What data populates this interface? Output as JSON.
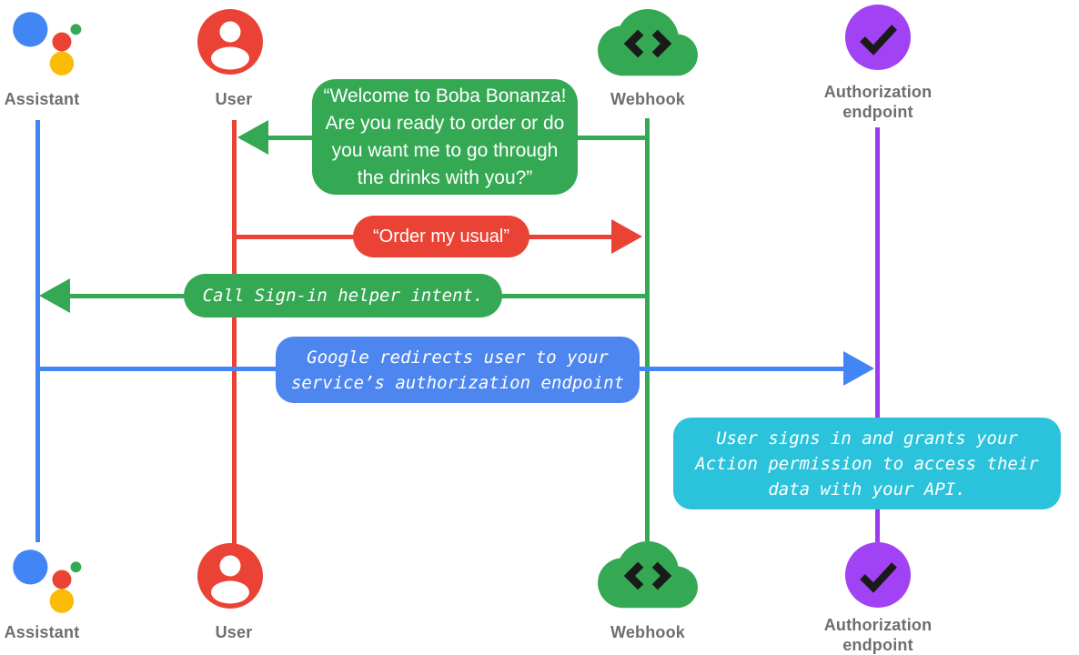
{
  "diagram_type": "sequence-diagram",
  "actors": [
    {
      "id": "assistant",
      "label": "Assistant"
    },
    {
      "id": "user",
      "label": "User"
    },
    {
      "id": "webhook",
      "label": "Webhook"
    },
    {
      "id": "authorization_endpoint",
      "label_line1": "Authorization",
      "label_line2": "endpoint"
    }
  ],
  "messages": {
    "welcome": {
      "from": "webhook",
      "to": "user",
      "lines": [
        "“Welcome to Boba Bonanza!",
        "Are you ready to order or do",
        "you want me to go through",
        "the drinks with you?”"
      ]
    },
    "order_usual": {
      "from": "user",
      "to": "webhook",
      "text": "“Order my usual”"
    },
    "call_signin": {
      "from": "webhook",
      "to": "assistant",
      "text": "Call Sign-in helper intent."
    },
    "redirect": {
      "from": "assistant",
      "to": "authorization_endpoint",
      "lines": [
        "Google redirects user to your",
        "service’s authorization endpoint"
      ]
    },
    "signin_note": {
      "at": "authorization_endpoint",
      "lines": [
        "User signs in and grants your",
        "Action permission to access their",
        "data with your API."
      ]
    }
  },
  "colors": {
    "assistant_line": "#4285F4",
    "user_line": "#EA4335",
    "webhook_line": "#34A853",
    "authorization_line": "#9C3BEE",
    "bubble_green": "#34A853",
    "bubble_red": "#EA4335",
    "bubble_blue": "#4E86EF",
    "bubble_cyan": "#2BC3DC",
    "label_gray": "#6E6E6E",
    "logo_blue": "#4285F4",
    "logo_red": "#EA4335",
    "logo_yellow": "#FBBC05",
    "logo_green": "#34A853",
    "auth_purple": "#A142F4"
  }
}
